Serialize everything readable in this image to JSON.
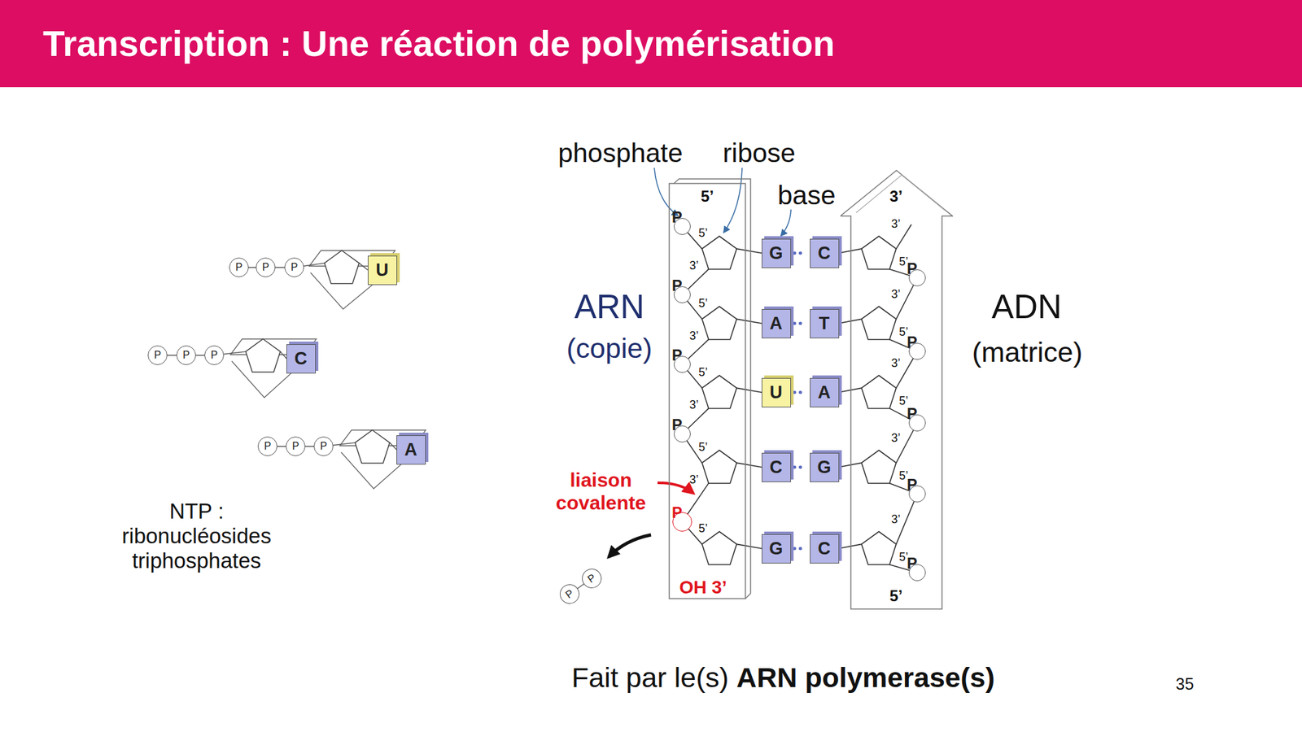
{
  "diagram": {
    "title": "Transcription : Une réaction de polymérisation",
    "nodes": [
      {
        "text": [
          "5’"
        ]
      },
      {
        "text": [
          "3’",
          "5’"
        ]
      },
      {
        "text": [
          "P"
        ],
        "in": 0
      },
      {
        "text": [
          "P"
        ],
        "in": 0
      },
      {
        "text": [
          "P"
        ],
        "in": 0
      },
      {
        "text": [
          "P"
        ],
        "in": 0
      },
      {
        "text": [
          "P"
        ],
        "in": 0
      },
      {
        "text": [
          "P"
        ],
        "in": 1
      },
      {
        "text": [
          "P"
        ],
        "in": 1
      },
      {
        "text": [
          "P"
        ],
        "in": 1
      },
      {
        "text": [
          "P"
        ],
        "in": 1
      },
      {
        "text": [
          "P"
        ],
        "in": 1
      },
      {
        "text": [
          "G"
        ]
      },
      {
        "text": [
          "A"
        ]
      },
      {
        "text": [
          "U"
        ]
      },
      {
        "text": [
          "C"
        ]
      },
      {
        "text": [
          "G"
        ]
      },
      {
        "text": [
          "C"
        ]
      },
      {
        "text": [
          "T"
        ]
      },
      {
        "text": [
          "A"
        ]
      },
      {
        "text": [
          "G"
        ]
      },
      {
        "text": [
          "C"
        ]
      },
      {
        "text": [
          "P"
        ]
      },
      {
        "text": [
          "P"
        ]
      },
      {
        "text": [
          "P"
        ]
      },
      {
        "text": [
          "U"
        ]
      },
      {
        "text": [
          "P"
        ]
      },
      {
        "text": [
          "P"
        ]
      },
      {
        "text": [
          "P"
        ]
      },
      {
        "text": [
          "C"
        ]
      },
      {
        "text": [
          "P"
        ]
      },
      {
        "text": [
          "P"
        ]
      },
      {
        "text": [
          "P"
        ]
      },
      {
        "text": [
          "A"
        ]
      },
      {
        "text": [
          "P"
        ]
      },
      {
        "text": [
          "P"
        ]
      }
    ],
    "edges": [
      {
        "from": 12,
        "to": 17,
        "arrow": "none"
      },
      {
        "from": 13,
        "to": 18,
        "arrow": "none"
      },
      {
        "from": 14,
        "to": 19,
        "arrow": "none"
      },
      {
        "from": 15,
        "to": 20,
        "arrow": "none"
      },
      {
        "from": 16,
        "to": 21,
        "arrow": "none"
      }
    ],
    "labels": [
      "phosphate",
      "ribose",
      "base",
      "ARN",
      "(copie)",
      "ADN",
      "(matrice)",
      "liaison covalente",
      "OH 3’",
      "NTP : ribonucléosides triphosphates",
      "Fait par le(s)",
      "ARN polymerase(s)",
      "35",
      "5’",
      "3’",
      "5’",
      "3’",
      "5’",
      "3’",
      "5’",
      "3’",
      "5’",
      "3’",
      "5’",
      "3’",
      "5’",
      "3’",
      "5’",
      "3’",
      "5’",
      "3’",
      "5’"
    ]
  }
}
